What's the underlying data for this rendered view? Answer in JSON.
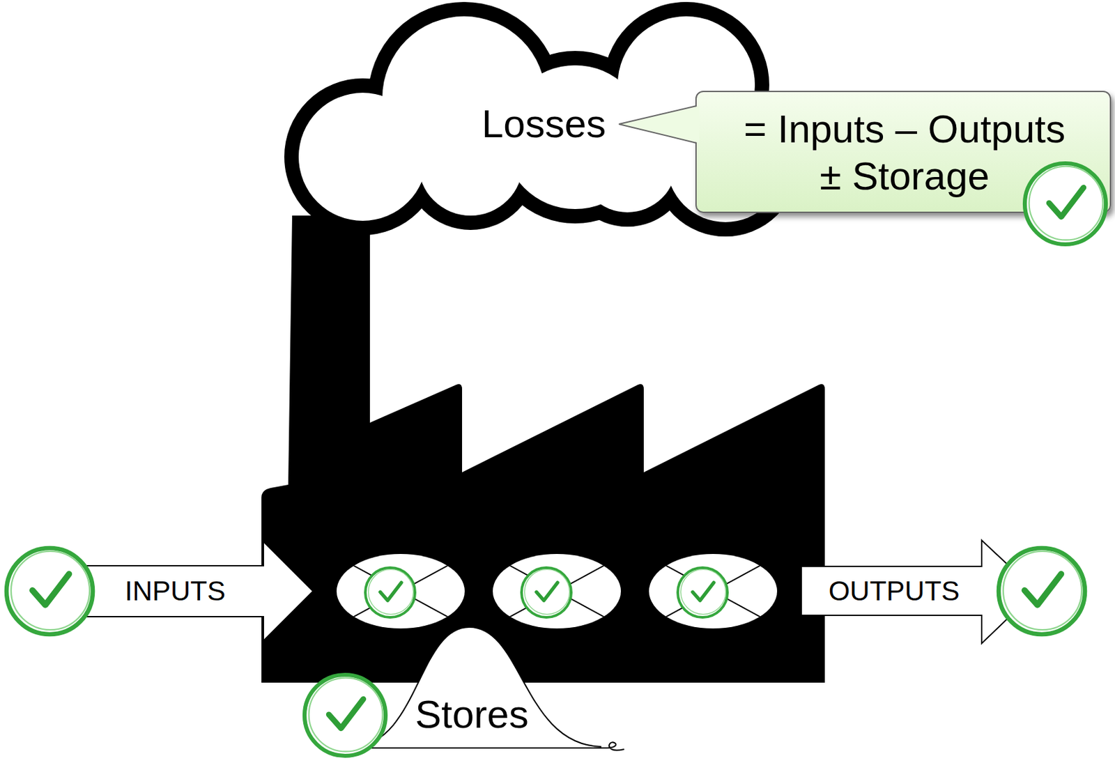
{
  "diagram": {
    "nodes": [
      {
        "text": [
          "Losses"
        ]
      },
      {
        "text": [
          "= Inputs – Outputs ± Storage"
        ]
      },
      {
        "text": [
          "INPUTS"
        ]
      },
      {
        "text": [
          "OUTPUTS"
        ]
      },
      {
        "text": [
          "Stores"
        ]
      }
    ]
  }
}
